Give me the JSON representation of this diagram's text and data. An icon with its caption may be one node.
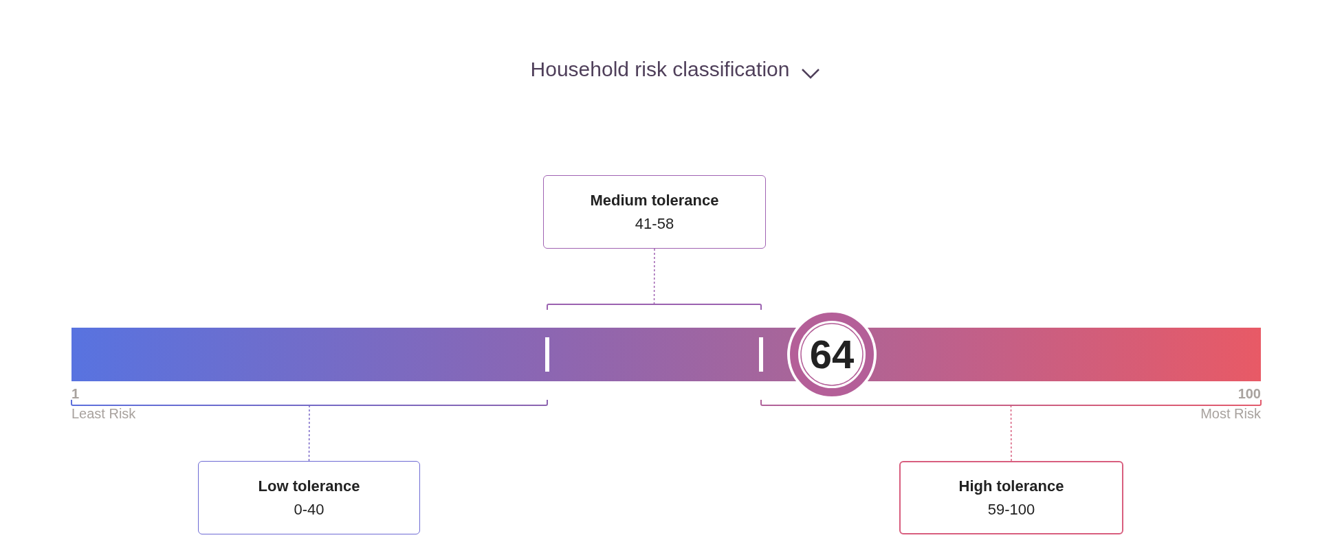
{
  "diagram": {
    "title": "Household risk classification",
    "nodes": [
      {
        "text": [
          "Medium tolerance",
          "41-58"
        ]
      },
      {
        "text": [
          "Low tolerance",
          "0-40"
        ]
      },
      {
        "text": [
          "High tolerance",
          "59-100"
        ]
      },
      {
        "text": [
          "64"
        ]
      },
      {
        "text": [],
        "shape": "bracket"
      },
      {
        "text": [],
        "shape": "bracket"
      },
      {
        "text": [],
        "shape": "bracket"
      }
    ],
    "edges": [
      {
        "from": 0,
        "to": 4,
        "arrow": "none",
        "style": "dashed"
      },
      {
        "from": 1,
        "to": 5,
        "arrow": "none",
        "style": "dashed"
      },
      {
        "from": 2,
        "to": 6,
        "arrow": "none",
        "style": "dashed"
      }
    ],
    "labels": [
      "1",
      "Least Risk",
      "100",
      "Most Risk"
    ]
  }
}
